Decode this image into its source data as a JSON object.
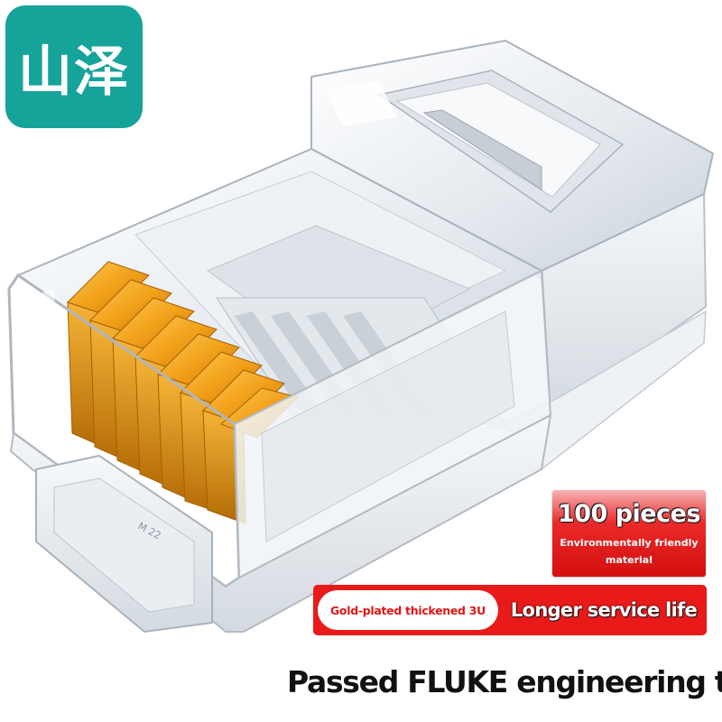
{
  "brand": {
    "logo_text": "山泽",
    "color": "#15a39a"
  },
  "promo": {
    "title": "100 pieces",
    "subtitle": "Environmentally friendly material",
    "color": "#e81a1a"
  },
  "features": {
    "left_label": "Gold-plated thickened 3U",
    "right_label": "Longer service life"
  },
  "caption": "Passed FLUKE engineering test",
  "product": {
    "marking": "M 22",
    "colors": {
      "clear_plastic": "#e6ebf0",
      "gold_contacts": "#f2a11b"
    }
  }
}
